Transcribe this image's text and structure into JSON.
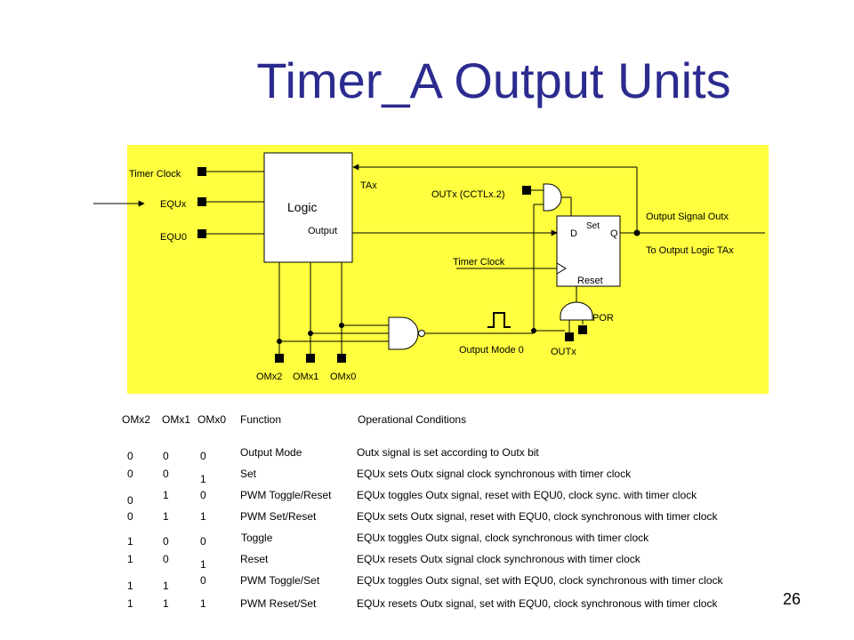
{
  "title": "Timer_A Output Units",
  "slide_number": "26",
  "colors": {
    "title": "#2b2b8f",
    "panel": "#ffff3f"
  },
  "diagram": {
    "logic_label": "Logic",
    "output_label": "Output",
    "inputs": [
      "Timer Clock",
      "EQUx",
      "EQU0"
    ],
    "tax_label": "TAx",
    "outx_cctl_label": "OUTx (CCTLx.2)",
    "ff_set": "Set",
    "ff_d": "D",
    "ff_q": "Q",
    "ff_reset": "Reset",
    "timer_clock_label": "Timer Clock",
    "output_signal_label": "Output Signal Outx",
    "to_output_logic_label": "To Output Logic TAx",
    "por_label": "POR",
    "outx_label": "OUTx",
    "output_mode0_label": "Output Mode 0",
    "mode_bits": [
      "OMx2",
      "OMx1",
      "OMx0"
    ]
  },
  "table": {
    "headers": [
      "OMx2",
      "OMx1",
      "OMx0",
      "Function",
      "Operational Conditions"
    ],
    "rows": [
      {
        "bits": [
          "0",
          "0",
          "0"
        ],
        "function": "Output Mode",
        "condition": "Outx signal is set according to Outx bit"
      },
      {
        "bits": [
          "0",
          "0",
          "1"
        ],
        "function": "Set",
        "condition": "EQUx sets Outx signal clock synchronous with timer clock"
      },
      {
        "bits": [
          "0",
          "1",
          "0"
        ],
        "function": "PWM Toggle/Reset",
        "condition": "EQUx toggles Outx signal, reset with EQU0, clock sync. with timer clock"
      },
      {
        "bits": [
          "0",
          "1",
          "1"
        ],
        "function": "PWM Set/Reset",
        "condition": "EQUx sets Outx signal, reset with EQU0, clock synchronous with timer clock"
      },
      {
        "bits": [
          "1",
          "0",
          "0"
        ],
        "function": "Toggle",
        "condition": "EQUx toggles Outx signal, clock synchronous with timer clock"
      },
      {
        "bits": [
          "1",
          "0",
          "1"
        ],
        "function": "Reset",
        "condition": "EQUx resets Outx signal clock synchronous with timer clock"
      },
      {
        "bits": [
          "1",
          "1",
          "0"
        ],
        "function": "PWM Toggle/Set",
        "condition": "EQUx toggles Outx signal, set with EQU0, clock synchronous with timer clock"
      },
      {
        "bits": [
          "1",
          "1",
          "1"
        ],
        "function": "PWM Reset/Set",
        "condition": "EQUx resets Outx signal, set with EQU0, clock synchronous with timer clock"
      }
    ]
  }
}
